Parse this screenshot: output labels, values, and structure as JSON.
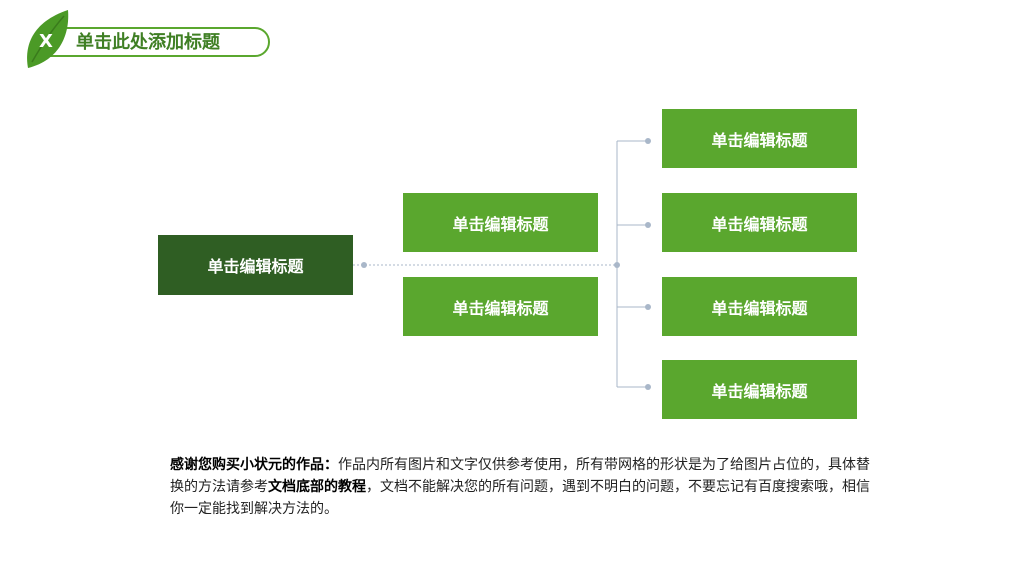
{
  "header": {
    "badge_letter": "X",
    "title": "单击此处添加标题"
  },
  "diagram": {
    "root": "单击编辑标题",
    "middle": [
      "单击编辑标题",
      "单击编辑标题"
    ],
    "leaves": [
      "单击编辑标题",
      "单击编辑标题",
      "单击编辑标题",
      "单击编辑标题"
    ]
  },
  "footnote": {
    "lead": "感谢您购买小状元的作品：",
    "part1": "作品内所有图片和文字仅供参考使用，所有带网格的形状是为了给图片占位的，具体替换的方法请参考",
    "emphasis": "文档底部的教程",
    "part2": "，文档不能解决您的所有问题，遇到不明白的问题，不要忘记有百度搜索哦，相信你一定能找到解决方法的。"
  },
  "colors": {
    "accent": "#5aa72e",
    "dark": "#2f5e23",
    "connector": "#a9b7c9"
  }
}
